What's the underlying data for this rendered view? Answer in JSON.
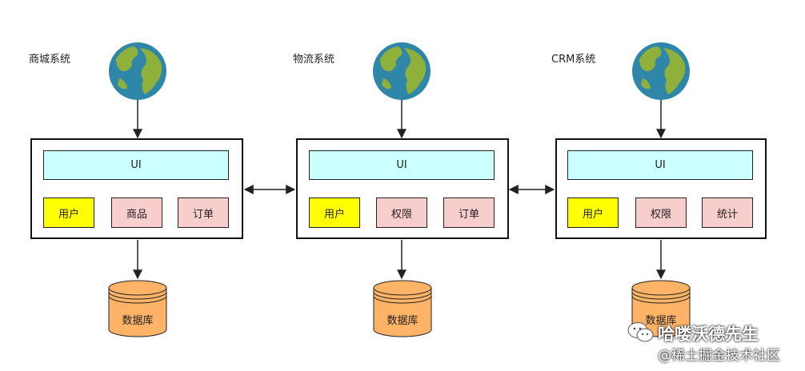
{
  "systems": [
    {
      "label": "商城系统",
      "ui": "UI",
      "modules": [
        {
          "label": "用户",
          "color": "#ffff00"
        },
        {
          "label": "商品",
          "color": "#f8cecc"
        },
        {
          "label": "订单",
          "color": "#f8cecc"
        }
      ],
      "db": "数据库"
    },
    {
      "label": "物流系统",
      "ui": "UI",
      "modules": [
        {
          "label": "用户",
          "color": "#ffff00"
        },
        {
          "label": "权限",
          "color": "#f8cecc"
        },
        {
          "label": "订单",
          "color": "#f8cecc"
        }
      ],
      "db": "数据库"
    },
    {
      "label": "CRM系统",
      "ui": "UI",
      "modules": [
        {
          "label": "用户",
          "color": "#ffff00"
        },
        {
          "label": "权限",
          "color": "#f8cecc"
        },
        {
          "label": "统计",
          "color": "#f8cecc"
        }
      ],
      "db": "数据库"
    }
  ],
  "colors": {
    "ui_bar": "#ccffff",
    "database": "#ffb366",
    "frame_border": "#111111",
    "globe_ocean": "#2e86a8",
    "globe_land": "#8fb03a"
  },
  "watermark": {
    "name": "哈喽沃德先生",
    "sub": "@稀土掘金技术社区",
    "icon": "wechat-icon"
  }
}
